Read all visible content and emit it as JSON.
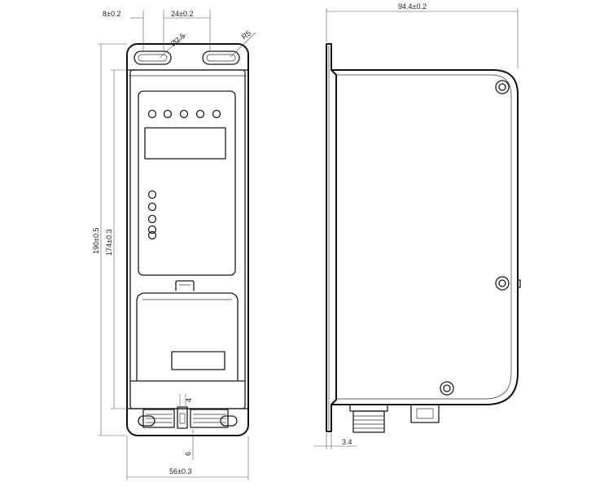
{
  "dimensions": {
    "hole_spacing_left": "8±0.2",
    "hole_spacing_right": "24±0.2",
    "slot_diameter": "Ø2.5",
    "corner_radius": "R5",
    "overall_height": "190±0.5",
    "body_height": "174±0.3",
    "width": "56±0.3",
    "connector_pitch": "4",
    "connector_offset": "6",
    "depth": "94.4±0.2",
    "flange_thickness": "3.4"
  },
  "front_view": {
    "led_row_count": 5,
    "led_column_count": 5
  }
}
